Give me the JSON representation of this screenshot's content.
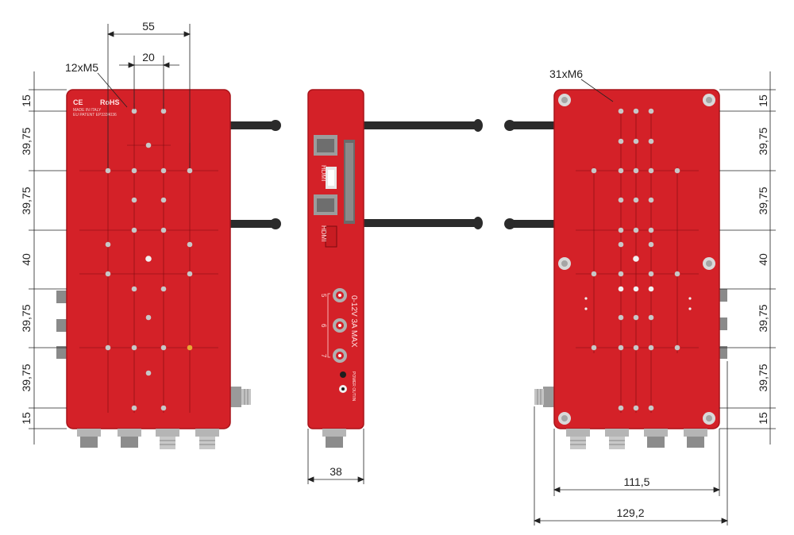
{
  "colors": {
    "body": "#d42128",
    "body_edge": "#a8141a",
    "body_light": "#e03a3f",
    "hole": "#c7c7c7",
    "hole_accent": "#e8a735",
    "antenna": "#2b2b2b",
    "connector": "#9a9a9a",
    "dim_line": "#222222"
  },
  "labels": {
    "left_thread": "12xM5",
    "right_thread": "31xM6"
  },
  "dimensions": {
    "top_55": "55",
    "top_20": "20",
    "v_15_top": "15",
    "v_3975_1": "39,75",
    "v_3975_2": "39,75",
    "v_40": "40",
    "v_3975_3": "39,75",
    "v_3975_4": "39,75",
    "v_15_bottom": "15",
    "width_38": "38",
    "width_1115": "111,5",
    "width_1292": "129,2"
  },
  "markings": {
    "ce": "CE",
    "rohs": "RoHS",
    "made_in": "MADE IN ITALY",
    "patent": "EU PATENT EP3334036",
    "hdmi1": "HDMI",
    "hdmi2": "HDMI",
    "power": "0-12V 3A MAX",
    "port5": "5",
    "port6": "6",
    "port7": "7",
    "aux_label": "POWER\nOUT/IN"
  }
}
